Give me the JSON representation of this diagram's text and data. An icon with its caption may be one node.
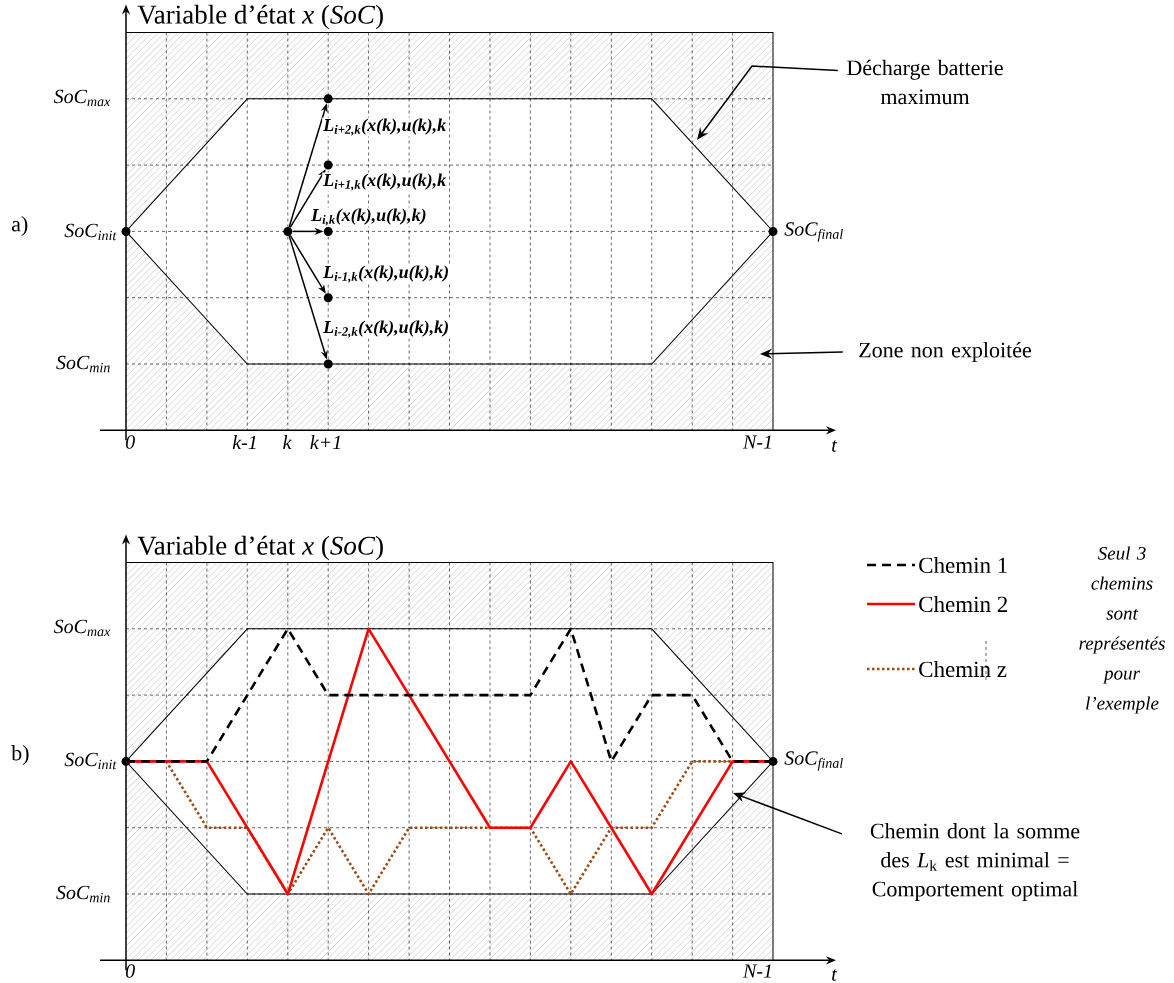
{
  "diagram": {
    "nodes": [
      {
        "text": [],
        "shape": "circle"
      },
      {
        "text": [],
        "shape": "circle"
      },
      {
        "text": [],
        "shape": "circle"
      },
      {
        "text": [],
        "shape": "circle"
      },
      {
        "text": [],
        "shape": "circle"
      },
      {
        "text": [],
        "shape": "circle"
      },
      {
        "text": [
          "Décharge batterie maximum"
        ]
      },
      {
        "text": [
          "Zone non exploitée"
        ]
      },
      {
        "text": [
          "Chemin dont la somme des *L*$_{k}$ est minimal = Comportement optimal"
        ]
      }
    ],
    "edges": [
      {
        "from": 0,
        "to": 1,
        "arrow": "to",
        "label": "L$_{i+2,k}$(x(k),u(k),k"
      },
      {
        "from": 0,
        "to": 2,
        "arrow": "to",
        "label": "L$_{i+1,k}$(x(k),u(k),k"
      },
      {
        "from": 0,
        "to": 3,
        "arrow": "to",
        "label": "L$_{i,k}$(x(k),u(k),k)"
      },
      {
        "from": 0,
        "to": 4,
        "arrow": "to",
        "label": "L$_{i-1,k}$(x(k),u(k),k)"
      },
      {
        "from": 0,
        "to": 5,
        "arrow": "to",
        "label": "L$_{i-2,k}$(x(k),u(k),k)"
      },
      {
        "from": 6,
        "to": null,
        "arrow": "to"
      },
      {
        "from": 7,
        "to": null,
        "arrow": "to"
      },
      {
        "from": 8,
        "to": null,
        "arrow": "to"
      }
    ],
    "labels": [
      "Variable d’état *x* (*SoC*)",
      "SoC$_{max}$",
      "a)",
      "SoC$_{init}$",
      "SoC$_{final}$",
      "SoC$_{min}$",
      "0",
      "k-1",
      "k",
      "k+1",
      "N-1",
      "t",
      "Variable d’état *x* (*SoC*)",
      "Seul 3 chemins sont représentés pour l’exemple",
      "SoC$_{max}$",
      "b)",
      "SoC$_{init}$",
      "SoC$_{final}$",
      "SoC$_{min}$",
      "0",
      "N-1",
      "t"
    ],
    "legend": [
      {
        "text": "Chemin 1"
      },
      {
        "text": "Chemin 2"
      },
      {
        "text": "Chemin z"
      }
    ]
  }
}
